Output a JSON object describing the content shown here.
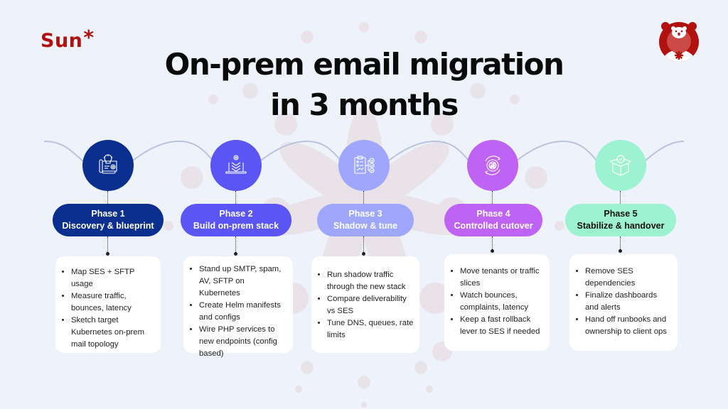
{
  "brand": {
    "logo_text": "Sun",
    "logo_star": "*",
    "logo_color": "#b1120f",
    "mascot": "bear-logo-icon"
  },
  "title": {
    "line1": "On-prem email migration",
    "line2": "in 3 months"
  },
  "colors": {
    "background": "#eef3fb",
    "wave": "#b9c3dd",
    "decor": "#e8e2ea"
  },
  "phases": [
    {
      "label": "Phase 1",
      "name": "Discovery & blueprint",
      "icon": "blueprint-lightbulb-gear-icon",
      "color": "#0b2f8e",
      "text_color": "#ffffff",
      "items": [
        "Map SES + SFTP usage",
        "Measure traffic, bounces, latency",
        "Sketch target Kubernetes on-prem mail topology"
      ]
    },
    {
      "label": "Phase 2",
      "name": "Build on-prem stack",
      "icon": "laptop-layers-gear-icon",
      "color": "#5a55f4",
      "text_color": "#ffffff",
      "items": [
        "Stand up SMTP, spam, AV, SFTP on Kubernetes",
        "Create Helm manifests and configs",
        "Wire PHP services to new endpoints (config based)"
      ]
    },
    {
      "label": "Phase 3",
      "name": "Shadow & tune",
      "icon": "clipboard-checklist-icon",
      "color": "#9ea7fb",
      "text_color": "#ffffff",
      "items": [
        "Run shadow traffic through the new stack",
        "Compare deliverability vs SES",
        "Tune DNS, queues, rate limits"
      ]
    },
    {
      "label": "Phase 4",
      "name": "Controlled cutover",
      "icon": "gear-chart-cycle-icon",
      "color": "#bf63f5",
      "text_color": "#ffffff",
      "items": [
        "Move tenants or traffic slices",
        "Watch bounces, complaints, latency",
        "Keep a fast rollback lever to SES if needed"
      ]
    },
    {
      "label": "Phase 5",
      "name": "Stabilize & handover",
      "icon": "box-checkmark-icon",
      "color": "#9df2d2",
      "text_color": "#111111",
      "items": [
        "Remove SES dependencies",
        "Finalize dashboards and alerts",
        "Hand off runbooks and ownership to client ops"
      ]
    }
  ]
}
